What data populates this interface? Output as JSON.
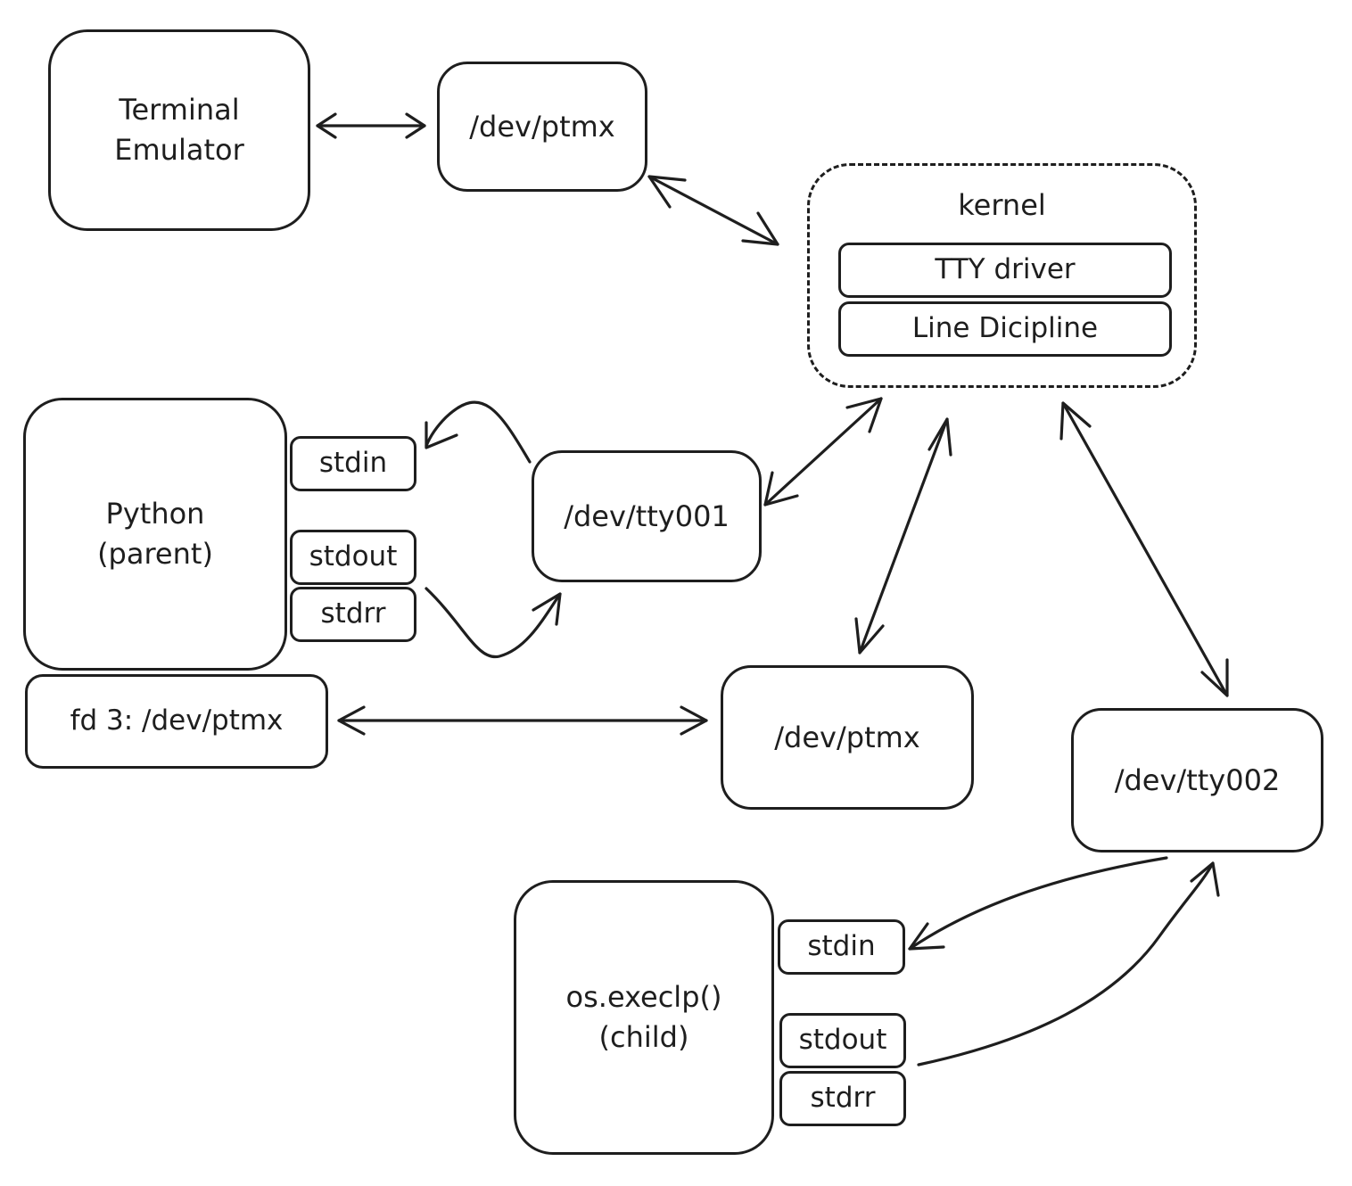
{
  "nodes": {
    "terminal_emulator": {
      "line1": "Terminal",
      "line2": "Emulator"
    },
    "ptmx_top": "/dev/ptmx",
    "kernel": {
      "title": "kernel",
      "tty_driver": "TTY driver",
      "line_discipline": "Line Dicipline"
    },
    "python_parent": {
      "line1": "Python",
      "line2": "(parent)"
    },
    "parent_stdin": "stdin",
    "parent_stdout": "stdout",
    "parent_stderr": "stdrr",
    "fd3": "fd 3: /dev/ptmx",
    "tty001": "/dev/tty001",
    "ptmx_bottom": "/dev/ptmx",
    "tty002": "/dev/tty002",
    "child": {
      "line1": "os.execlp()",
      "line2": "(child)"
    },
    "child_stdin": "stdin",
    "child_stdout": "stdout",
    "child_stderr": "stdrr"
  },
  "edges": [
    {
      "from": "terminal_emulator",
      "to": "ptmx_top",
      "direction": "both"
    },
    {
      "from": "ptmx_top",
      "to": "kernel",
      "direction": "both"
    },
    {
      "from": "kernel",
      "to": "tty001",
      "direction": "both"
    },
    {
      "from": "kernel",
      "to": "ptmx_bottom",
      "direction": "both"
    },
    {
      "from": "kernel",
      "to": "tty002",
      "direction": "both"
    },
    {
      "from": "tty001",
      "to": "parent_stdin",
      "direction": "forward"
    },
    {
      "from": "parent_stderr",
      "to": "tty001",
      "direction": "forward"
    },
    {
      "from": "fd3",
      "to": "ptmx_bottom",
      "direction": "both"
    },
    {
      "from": "tty002",
      "to": "child_stdin",
      "direction": "forward"
    },
    {
      "from": "child_stdout",
      "to": "tty002",
      "direction": "forward"
    }
  ]
}
